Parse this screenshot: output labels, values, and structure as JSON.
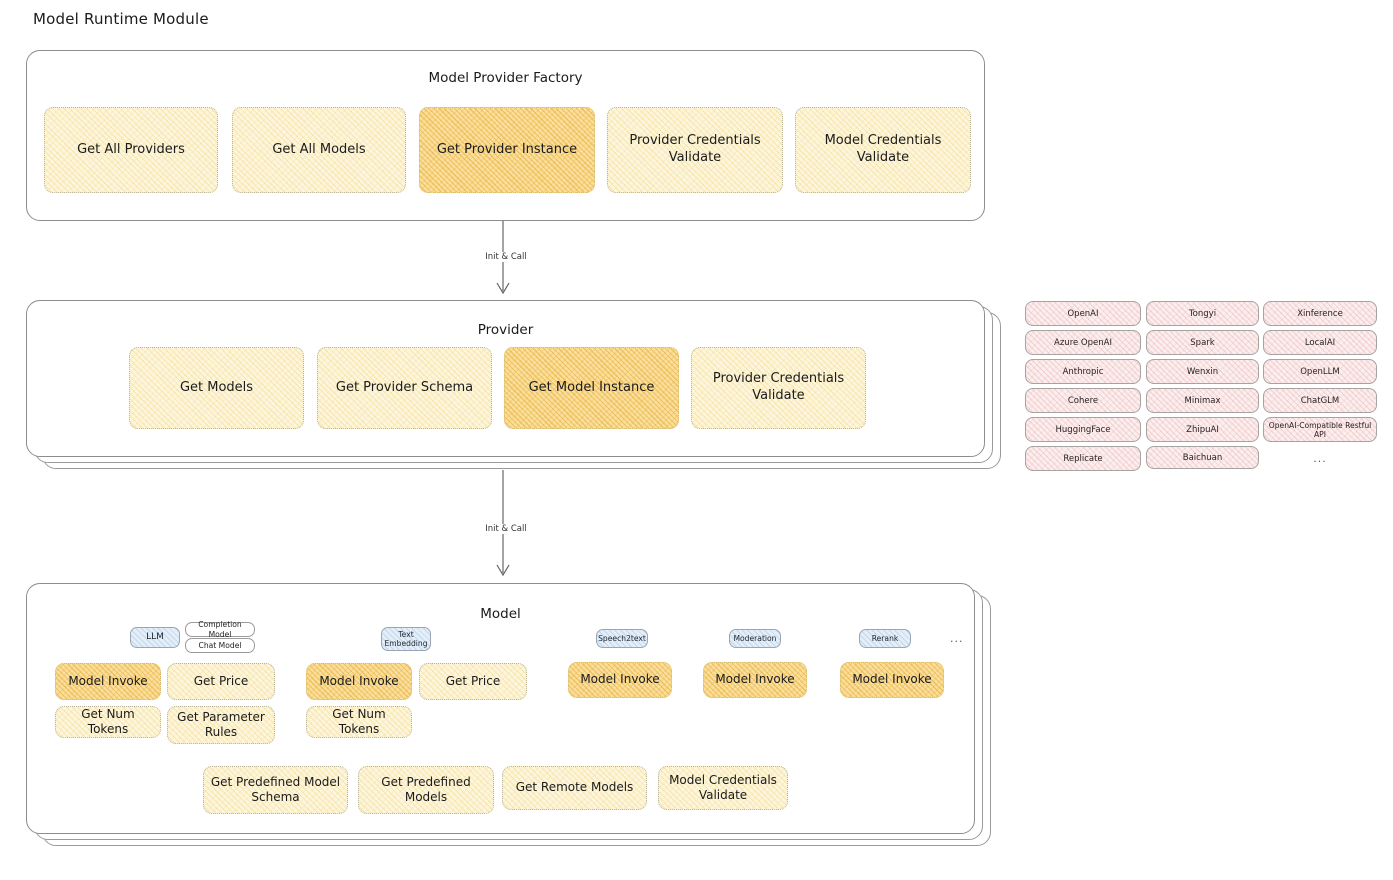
{
  "page": {
    "title": "Model Runtime Module"
  },
  "factory": {
    "title": "Model Provider Factory",
    "nodes": [
      {
        "label": "Get All Providers",
        "highlight": false
      },
      {
        "label": "Get All Models",
        "highlight": false
      },
      {
        "label": "Get Provider Instance",
        "highlight": true
      },
      {
        "label": "Provider Credentials Validate",
        "highlight": false
      },
      {
        "label": "Model Credentials Validate",
        "highlight": false
      }
    ]
  },
  "connector1": {
    "label": "Init & Call"
  },
  "provider": {
    "title": "Provider",
    "nodes": [
      {
        "label": "Get Models",
        "highlight": false
      },
      {
        "label": "Get Provider Schema",
        "highlight": false
      },
      {
        "label": "Get Model Instance",
        "highlight": true
      },
      {
        "label": "Provider Credentials Validate",
        "highlight": false
      }
    ]
  },
  "provider_tags": {
    "column1": [
      "OpenAI",
      "Azure OpenAI",
      "Anthropic",
      "Cohere",
      "HuggingFace",
      "Replicate"
    ],
    "column2": [
      "Tongyi",
      "Spark",
      "Wenxin",
      "Minimax",
      "ZhipuAI",
      "Baichuan"
    ],
    "column3": [
      "Xinference",
      "LocalAI",
      "OpenLLM",
      "ChatGLM",
      "OpenAI-Compatible Restful API"
    ],
    "ellipsis": "..."
  },
  "connector2": {
    "label": "Init & Call"
  },
  "model": {
    "title": "Model",
    "ellipsis": "...",
    "types": [
      {
        "badge": "LLM",
        "subtags": [
          "Completion Model",
          "Chat Model"
        ],
        "nodes": [
          {
            "label": "Model Invoke",
            "highlight": true
          },
          {
            "label": "Get Price",
            "highlight": false
          },
          {
            "label": "Get Num Tokens",
            "highlight": false
          },
          {
            "label": "Get Parameter Rules",
            "highlight": false
          }
        ]
      },
      {
        "badge": "Text Embedding",
        "subtags": [],
        "nodes": [
          {
            "label": "Model Invoke",
            "highlight": true
          },
          {
            "label": "Get Price",
            "highlight": false
          },
          {
            "label": "Get Num Tokens",
            "highlight": false
          }
        ]
      },
      {
        "badge": "Speech2text",
        "subtags": [],
        "nodes": [
          {
            "label": "Model Invoke",
            "highlight": true
          }
        ]
      },
      {
        "badge": "Moderation",
        "subtags": [],
        "nodes": [
          {
            "label": "Model Invoke",
            "highlight": true
          }
        ]
      },
      {
        "badge": "Rerank",
        "subtags": [],
        "nodes": [
          {
            "label": "Model Invoke",
            "highlight": true
          }
        ]
      }
    ],
    "common_nodes": [
      {
        "label": "Get Predefined Model Schema"
      },
      {
        "label": "Get Predefined Models"
      },
      {
        "label": "Get Remote Models"
      },
      {
        "label": "Model Credentials Validate"
      }
    ]
  }
}
